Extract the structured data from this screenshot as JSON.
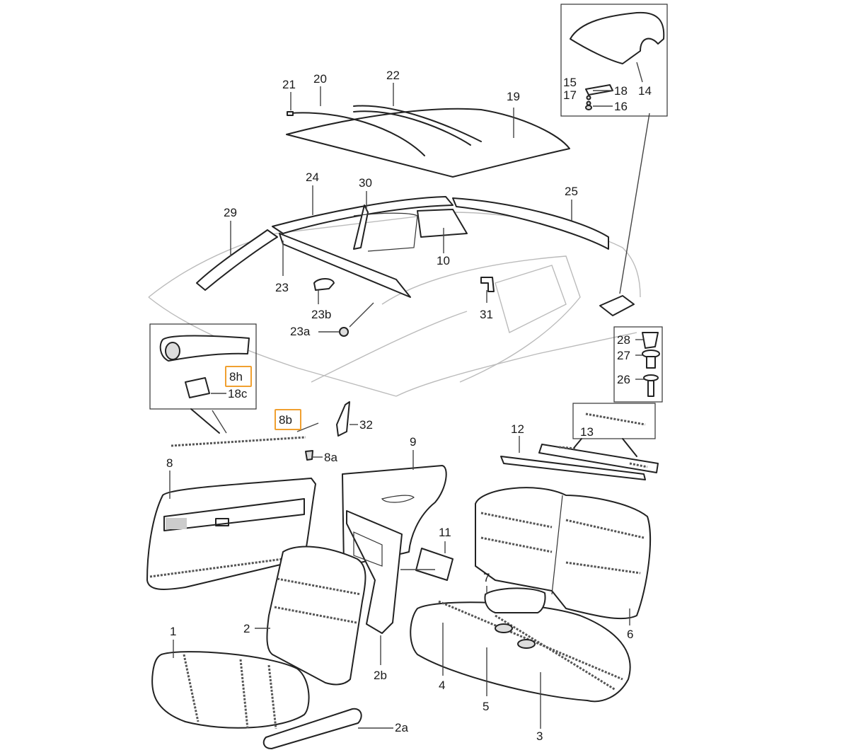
{
  "diagram": {
    "type": "exploded parts diagram - vehicle interior trim and seats",
    "highlight_color": "#f0a030",
    "line_color": "#222222",
    "highlighted_labels": [
      "8h",
      "8b"
    ],
    "labels": {
      "p1": "1",
      "p2": "2",
      "p2a": "2a",
      "p2b": "2b",
      "p3": "3",
      "p4": "4",
      "p5": "5",
      "p6": "6",
      "p7": "7",
      "p8": "8",
      "p8a": "8a",
      "p8b": "8b",
      "p8h": "8h",
      "p18c": "18c",
      "p9": "9",
      "p10": "10",
      "p11": "11",
      "p12": "12",
      "p13": "13",
      "p14": "14",
      "p15": "15",
      "p16": "16",
      "p17": "17",
      "p18": "18",
      "p19": "19",
      "p20": "20",
      "p21": "21",
      "p22": "22",
      "p23": "23",
      "p23a": "23a",
      "p23b": "23b",
      "p24": "24",
      "p25": "25",
      "p26": "26",
      "p27": "27",
      "p28": "28",
      "p29": "29",
      "p30": "30",
      "p31": "31",
      "p32": "32"
    }
  }
}
